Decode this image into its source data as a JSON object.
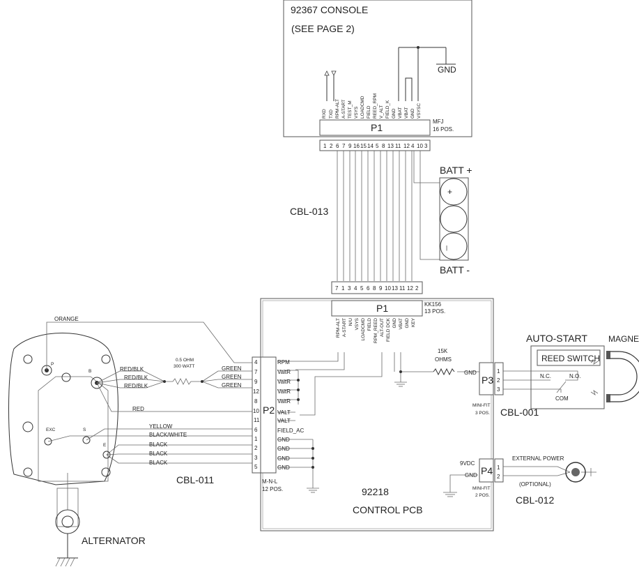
{
  "console": {
    "title": "92367 CONSOLE",
    "subtitle": "(SEE PAGE 2)",
    "gnd": "GND",
    "connector": "P1",
    "mfj": "MFJ",
    "pos": "16 POS.",
    "pins": [
      "RXD",
      "TXD",
      "RPM-ALT",
      "A-START",
      "TEST_M",
      "VSYS",
      "LOADCMD",
      "FIELD",
      "REED_RPM",
      "V_ALT",
      "FIELD_K",
      "GND",
      "VBAT",
      "VBAT",
      "GND",
      "VSYSC"
    ],
    "pin_numbers": [
      "1",
      "2",
      "6",
      "7",
      "9",
      "16",
      "15",
      "14",
      "5",
      "8",
      "13",
      "11",
      "12",
      "4",
      "10",
      "3"
    ]
  },
  "cbl013": {
    "label": "CBL-013",
    "batt_plus": "BATT +",
    "batt_minus": "BATT -",
    "pcb_pin_numbers": [
      "7",
      "1",
      "3",
      "4",
      "5",
      "6",
      "8",
      "9",
      "10",
      "13",
      "11",
      "12",
      "2"
    ]
  },
  "pcb": {
    "number": "92218",
    "name": "CONTROL PCB",
    "p1": "P1",
    "kk156": "KK156",
    "kk_pos": "13 POS.",
    "p1_pins": [
      "RPM-ALT",
      "A-START",
      "N/U",
      "VSYS",
      "LOADCMD",
      "FIELD",
      "RPM_REED",
      "ALT-OUT",
      "FIELD DCK",
      "GND",
      "VBAT",
      "GND",
      "KEY"
    ],
    "p2": "P2",
    "p2_type": "M-N-L",
    "p2_pos": "12 POS.",
    "p2_pins": [
      "RPM",
      "VaitR",
      "VaitR",
      "VaitR",
      "VaitR",
      "VALT",
      "VALT",
      "FIELD_AC",
      "GND",
      "GND",
      "GND",
      "GND"
    ],
    "resistor": "15K",
    "resistor_unit": "OHMS",
    "p3": "P3",
    "p3_gnd": "GND",
    "p3_type": "MINI-FIT",
    "p3_pos": "3 POS.",
    "p3_pins": [
      "1",
      "2",
      "3"
    ],
    "p4": "P4",
    "p4_9vdc": "9VDC",
    "p4_gnd": "GND",
    "p4_type": "MINI-FIT",
    "p4_pos": "2 POS.",
    "p4_pins": [
      "1",
      "2"
    ]
  },
  "autostart": {
    "title": "AUTO-START",
    "reed": "REED SWITCH",
    "nc": "N.C.",
    "no": "N.O.",
    "com": "COM",
    "magnet": "MAGNET",
    "cable": "CBL-001"
  },
  "external": {
    "label": "EXTERNAL POWER",
    "optional": "(OPTIONAL)",
    "cable": "CBL-012"
  },
  "alternator": {
    "label": "ALTERNATOR",
    "cable": "CBL-011",
    "orange": "ORANGE",
    "p": "P",
    "b": "B",
    "exc": "EXC",
    "s": "S",
    "e": "E",
    "resistor": "0.5 OHM",
    "resistor_w": "300 WATT",
    "wires_b": [
      "RED/BLK",
      "RED/BLK",
      "RED/BLK"
    ],
    "greens": [
      "GREEN",
      "GREEN",
      "GREEN"
    ],
    "red": "RED",
    "wires_low": [
      "YELLOW",
      "BLACK/WHITE",
      "BLACK",
      "BLACK",
      "BLACK"
    ],
    "p2_pin_numbers": [
      "4",
      "7",
      "9",
      "12",
      "8",
      "10",
      "11",
      "6",
      "1",
      "2",
      "3",
      "5"
    ]
  }
}
